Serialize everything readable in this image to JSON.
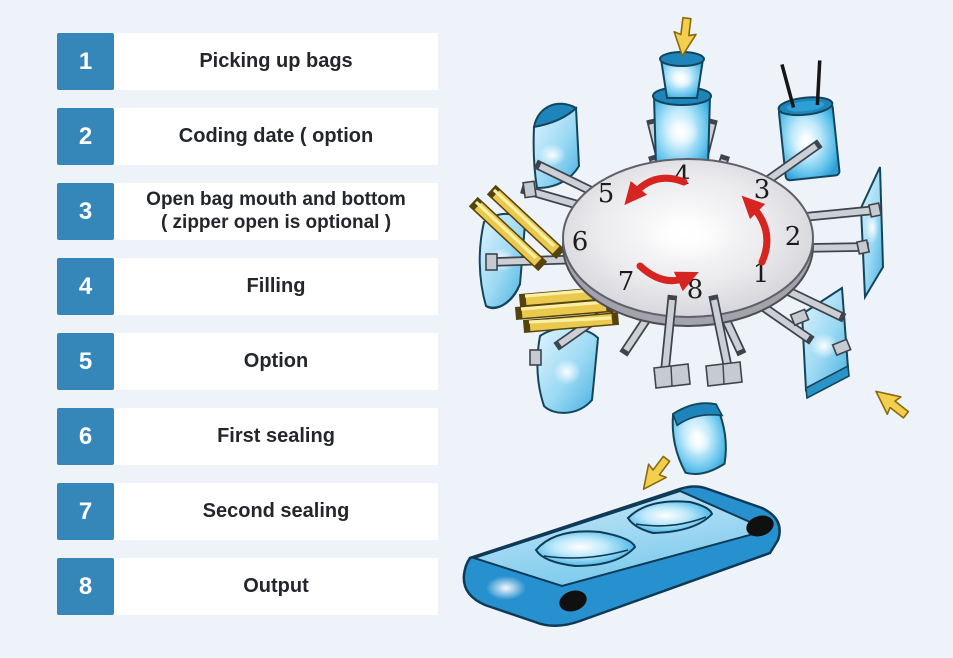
{
  "page": {
    "background": "#eef3f9"
  },
  "steps": [
    {
      "number": "1",
      "label": "Picking up bags"
    },
    {
      "number": "2",
      "label": "Coding date ( option"
    },
    {
      "number": "3",
      "label": "Open bag mouth and bottom",
      "sublabel": "( zipper open is optional )"
    },
    {
      "number": "4",
      "label": "Filling"
    },
    {
      "number": "5",
      "label": "Option"
    },
    {
      "number": "6",
      "label": "First sealing"
    },
    {
      "number": "7",
      "label": "Second sealing"
    },
    {
      "number": "8",
      "label": "Output"
    }
  ],
  "diagram": {
    "type": "rotary-bag-packaging-machine",
    "rotation": "counterclockwise",
    "station_labels": [
      "1",
      "2",
      "3",
      "4",
      "5",
      "6",
      "7",
      "8"
    ],
    "colors": {
      "step_badge": "#3587ba",
      "bag_blue": "#2d9fd6",
      "bag_rim": "#1a82b6",
      "table_gray": "#d9d9de",
      "rotation_arrow_red": "#d62420",
      "pointer_yellow": "#f3cf4d",
      "stick_gold": "#eac94e",
      "belt_blue": "#2791cf"
    }
  }
}
